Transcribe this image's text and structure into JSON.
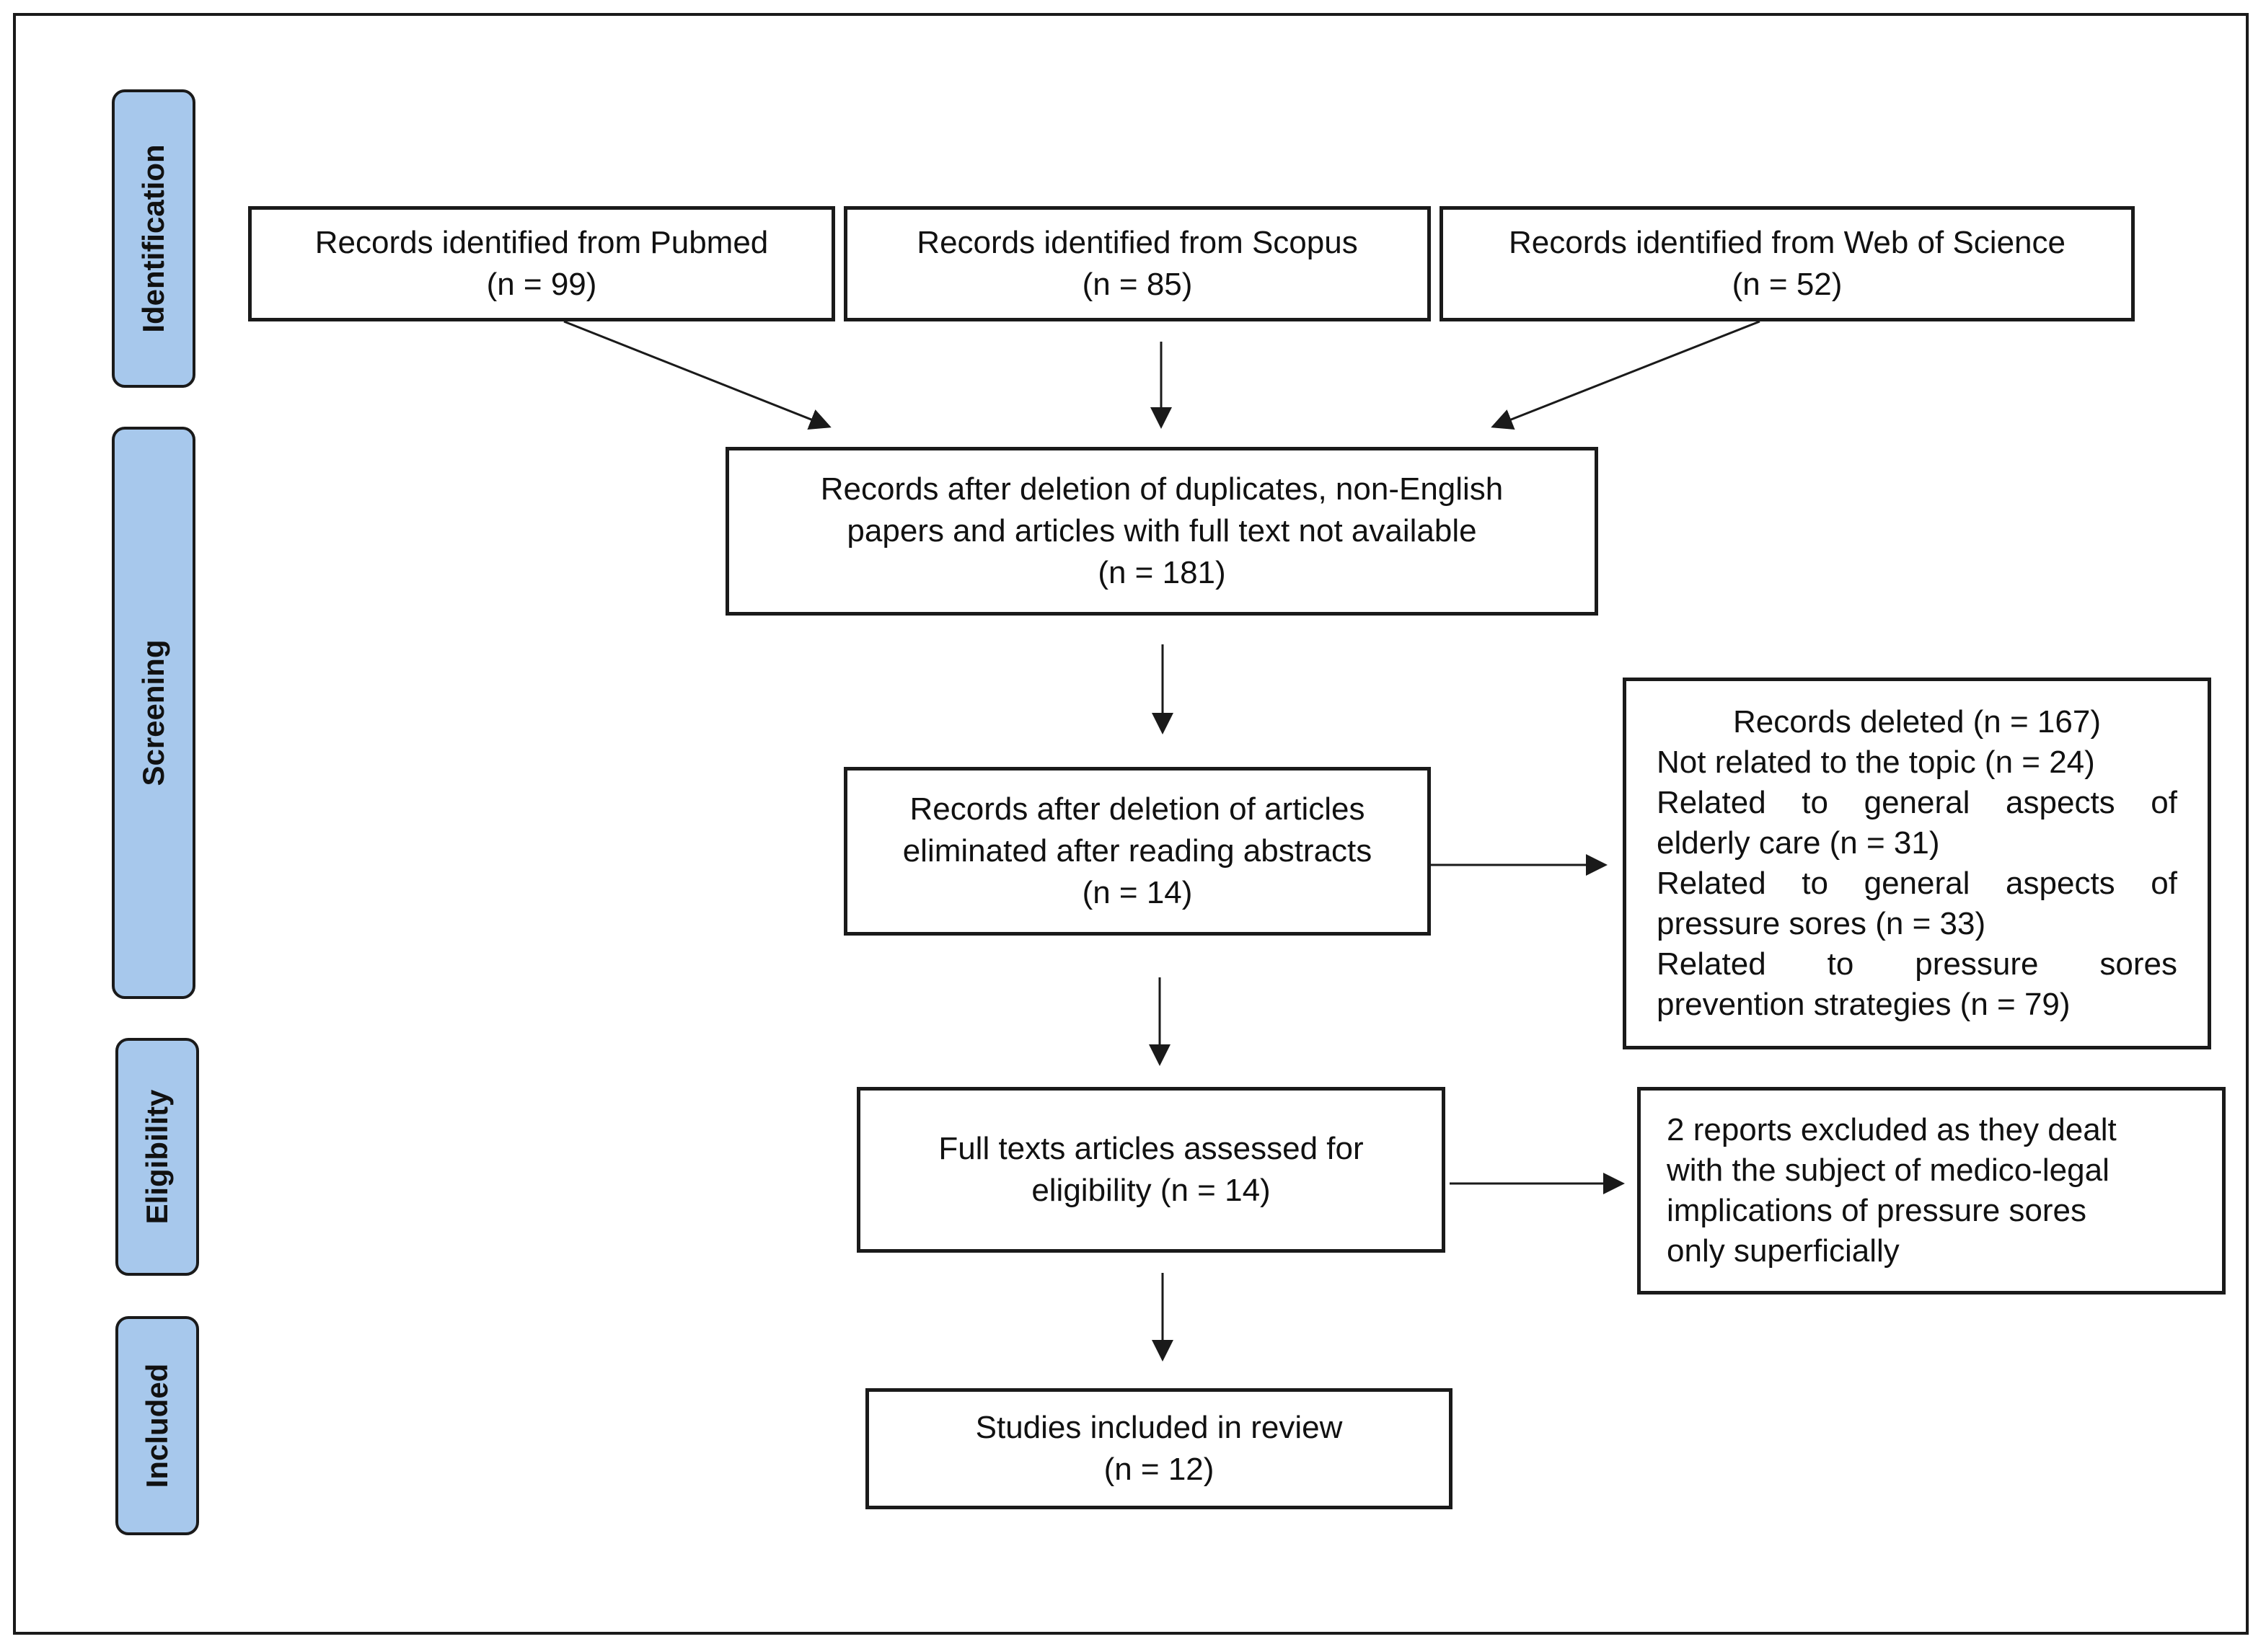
{
  "stages": {
    "identification": "Identification",
    "screening": "Screening",
    "eligibility": "Eligibility",
    "included": "Included"
  },
  "identification": {
    "pubmed": {
      "label": "Records identified from Pubmed",
      "count": "(n = 99)"
    },
    "scopus": {
      "label": "Records identified from Scopus",
      "count": "(n = 85)"
    },
    "wos": {
      "label": "Records identified from Web of Science",
      "count": "(n = 52)"
    }
  },
  "screening": {
    "after_duplicates": {
      "line1": "Records after deletion of duplicates, non-English",
      "line2": "papers and articles with full text not available",
      "count": "(n = 181)"
    },
    "after_abstracts": {
      "line1": "Records after deletion of articles",
      "line2": "eliminated after reading abstracts",
      "count": "(n = 14)"
    },
    "deleted": {
      "title": "Records deleted (n = 167)",
      "r1": "Not related to the topic (n = 24)",
      "r2a": "Related to general aspects of",
      "r2b": "elderly care (n = 31)",
      "r3a": "Related to general aspects of",
      "r3b": "pressure sores (n = 33)",
      "r4a": "Related to pressure sores",
      "r4b": "prevention strategies (n = 79)"
    }
  },
  "eligibility": {
    "assessed": {
      "line1": "Full texts articles assessed for",
      "line2": "eligibility (n = 14)"
    },
    "excluded": {
      "line1": "2 reports excluded as they dealt",
      "line2": "with the subject of medico-legal",
      "line3": "implications of pressure sores",
      "line4": "only superficially"
    }
  },
  "included": {
    "line1": "Studies included in review",
    "count": "(n = 12)"
  },
  "colors": {
    "stage_fill": "#a7c8ec",
    "stroke": "#1a1a1a"
  }
}
